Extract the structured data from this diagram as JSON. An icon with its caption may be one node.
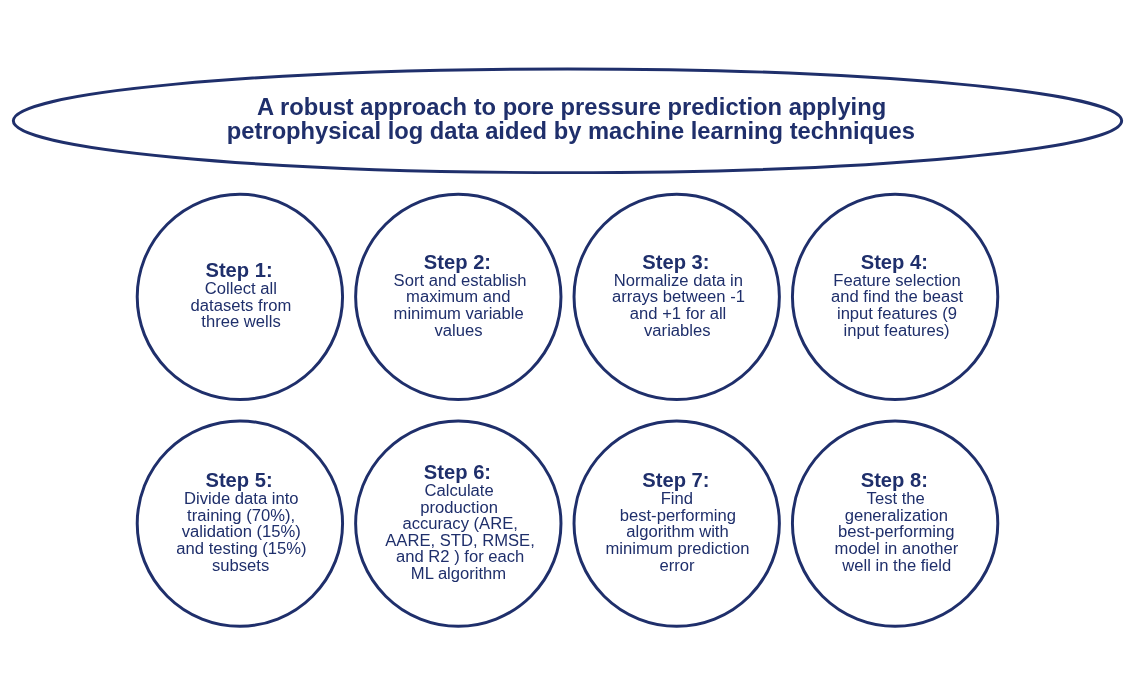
{
  "diagram": {
    "nodes": [
      {
        "text": [
          "A robust approach to pore pressure prediction applying petrophysical log data aided by machine learning techniques"
        ]
      },
      {
        "text": [
          "Step 1:",
          "Collect all datasets from three wells"
        ]
      },
      {
        "text": [
          "Step 2:",
          "Sort and establish maximum and minimum variable values"
        ]
      },
      {
        "text": [
          "Step 3:",
          "Normalize data in arrays between -1 and +1 for all variables"
        ]
      },
      {
        "text": [
          "Step 4:",
          "Feature selection and find the beast input features (9 input features)"
        ]
      },
      {
        "text": [
          "Step 5:",
          "Divide data into training (70%), validation (15%) and testing (15%) subsets"
        ]
      },
      {
        "text": [
          "Step 6:",
          "Calculate production accuracy (ARE, AARE, STD, RMSE, and R2 ) for each ML algorithm"
        ]
      },
      {
        "text": [
          "Step 7:",
          "Find best-performing algorithm with minimum prediction error"
        ]
      },
      {
        "text": [
          "Step 8:",
          "Test the generalization best-performing model in another well in the field"
        ]
      }
    ]
  }
}
